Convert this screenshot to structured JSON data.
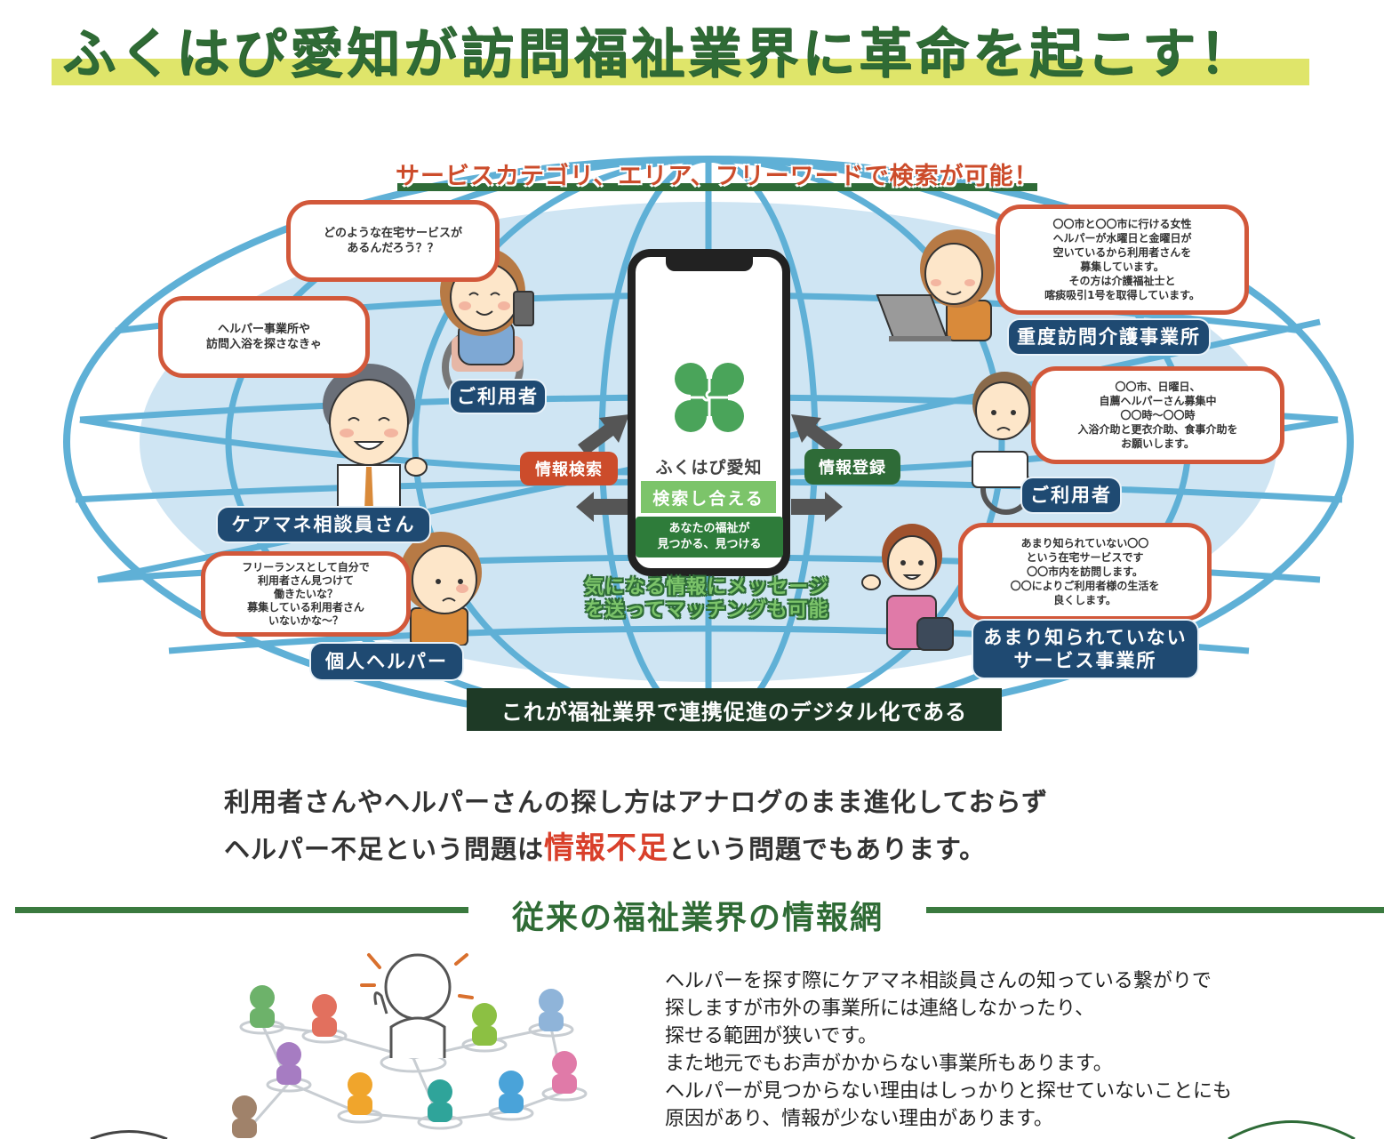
{
  "headline": {
    "text": "ふくはぴ愛知が訪問福祉業界に革命を起こす！",
    "highlight_color": "#dfe56a",
    "text_color": "#2f6b35"
  },
  "diagram": {
    "search_caption": "サービスカテゴリ、エリア、フリーワードで検索が可能！",
    "bubbles": [
      {
        "id": "user-question",
        "text": "どのような在宅サービスが\nあるんだろう？？"
      },
      {
        "id": "caremanager-question",
        "text": "ヘルパー事業所や\n訪問入浴を探さなきゃ"
      },
      {
        "id": "freelance-helper",
        "text": "フリーランスとして自分で\n利用者さん見つけて\n働きたいな？\n募集している利用者さん\nいないかな～？"
      },
      {
        "id": "heavy-care-office",
        "text": "〇〇市と〇〇市に行ける女性\nヘルパーが水曜日と金曜日が\n空いているから利用者さんを\n募集しています。\nその方は介護福祉士と\n喀痰吸引1号を取得しています。"
      },
      {
        "id": "user-request",
        "text": "〇〇市、日曜日、\n自薦ヘルパーさん募集中\n〇〇時～〇〇時\n入浴介助と更衣介助、食事介助を\nお願いします。"
      },
      {
        "id": "unknown-service",
        "text": "あまり知られていない〇〇\nという在宅サービスです\n〇〇市内を訪問します。\n〇〇によりご利用者様の生活を\n良くします。"
      }
    ],
    "labels": {
      "user_left": "ご利用者",
      "caremanager": "ケアマネ相談員さん",
      "individual_helper": "個人ヘルパー",
      "heavy_care_office": "重度訪問介護事業所",
      "user_right": "ご利用者",
      "unknown_service": "あまり知られていない\nサービス事業所"
    },
    "phone": {
      "brand": "ふくはぴ愛知",
      "tagline": "検索し合える",
      "subtagline": "あなたの福祉が\n見つかる、見つける"
    },
    "info_search": "情報検索",
    "info_register": "情報登録",
    "message_caption": "気になる情報にメッセージ\nを送ってマッチングも可能",
    "digital_banner": "これが福祉業界で連携促進のデジタル化である",
    "colors": {
      "bubble_border": "#d2583a",
      "label_navy": "#1f4a72",
      "globe_fill": "#cfe5f3",
      "globe_lines": "#5fb0d6",
      "brand_green": "#4aa45a"
    }
  },
  "statement": {
    "line1": "利用者さんやヘルパーさんの探し方はアナログのまま進化しておらず",
    "line2_before": "ヘルパー不足という問題は",
    "line2_accent": "情報不足",
    "line2_after": "という問題でもあります。"
  },
  "section": {
    "title": "従来の福祉業界の情報網",
    "body": "ヘルパーを探す際にケアマネ相談員さんの知っている繋がりで\n探しますが市外の事業所には連絡しなかったり、\n探せる範囲が狭いです。\nまた地元でもお声がかからない事業所もあります。\nヘルパーが見つからない理由はしっかりと探せていないことにも\n原因があり、情報が少ない理由があります。"
  }
}
